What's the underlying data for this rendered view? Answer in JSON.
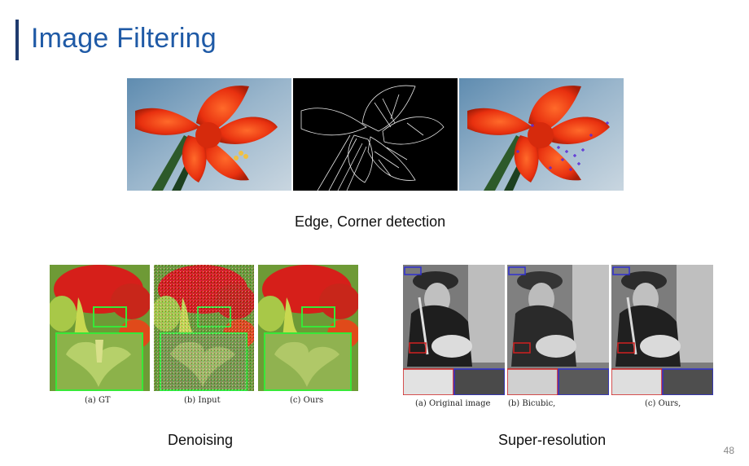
{
  "slide": {
    "title": "Image Filtering",
    "page_number": "48",
    "accent_color": "#1f5aa6"
  },
  "edge_section": {
    "caption": "Edge, Corner detection",
    "panels": [
      "flower-photo",
      "edge-map",
      "corner-detection"
    ]
  },
  "denoising_section": {
    "caption": "Denoising",
    "subcaptions": [
      "(a) GT",
      "(b) Input",
      "(c) Ours"
    ]
  },
  "superres_section": {
    "caption": "Super-resolution",
    "subcaptions": [
      "(a) Original image",
      "(b) Bicubic,",
      "(c) Ours,"
    ]
  }
}
